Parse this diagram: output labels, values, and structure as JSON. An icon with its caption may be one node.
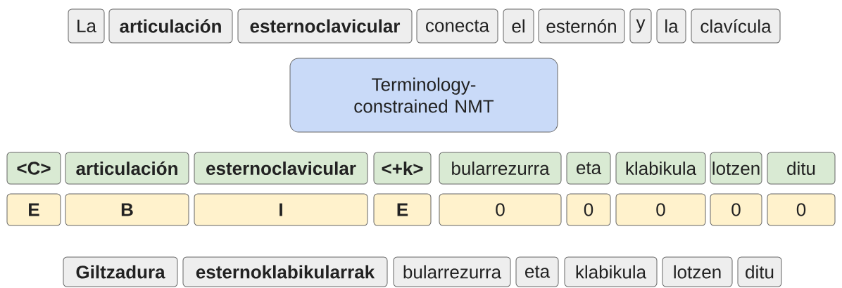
{
  "diagram": {
    "nodes": [
      {
        "text": [
          "La"
        ]
      },
      {
        "text": [
          "articulación"
        ]
      },
      {
        "text": [
          "esternoclavicular"
        ]
      },
      {
        "text": [
          "conecta"
        ]
      },
      {
        "text": [
          "el"
        ]
      },
      {
        "text": [
          "esternón"
        ]
      },
      {
        "text": [
          "y"
        ]
      },
      {
        "text": [
          "la"
        ]
      },
      {
        "text": [
          "clavícula"
        ]
      },
      {
        "text": [
          "Terminology-constrained NMT"
        ]
      },
      {
        "text": [
          "<C>"
        ]
      },
      {
        "text": [
          "articulación"
        ]
      },
      {
        "text": [
          "esternoclavicular"
        ]
      },
      {
        "text": [
          "<+k>"
        ]
      },
      {
        "text": [
          "bularrezurra"
        ]
      },
      {
        "text": [
          "eta"
        ]
      },
      {
        "text": [
          "klabikula"
        ]
      },
      {
        "text": [
          "lotzen"
        ]
      },
      {
        "text": [
          "ditu"
        ]
      },
      {
        "text": [
          "E"
        ]
      },
      {
        "text": [
          "B"
        ]
      },
      {
        "text": [
          "I"
        ]
      },
      {
        "text": [
          "E"
        ]
      },
      {
        "text": [
          "0"
        ]
      },
      {
        "text": [
          "0"
        ]
      },
      {
        "text": [
          "0"
        ]
      },
      {
        "text": [
          "0"
        ]
      },
      {
        "text": [
          "0"
        ]
      },
      {
        "text": [
          "Giltzadura"
        ]
      },
      {
        "text": [
          "esternoklabikularrak"
        ]
      },
      {
        "text": [
          "bularrezurra"
        ]
      },
      {
        "text": [
          "eta"
        ]
      },
      {
        "text": [
          "klabikula"
        ]
      },
      {
        "text": [
          "lotzen"
        ]
      },
      {
        "text": [
          "ditu"
        ]
      }
    ]
  }
}
